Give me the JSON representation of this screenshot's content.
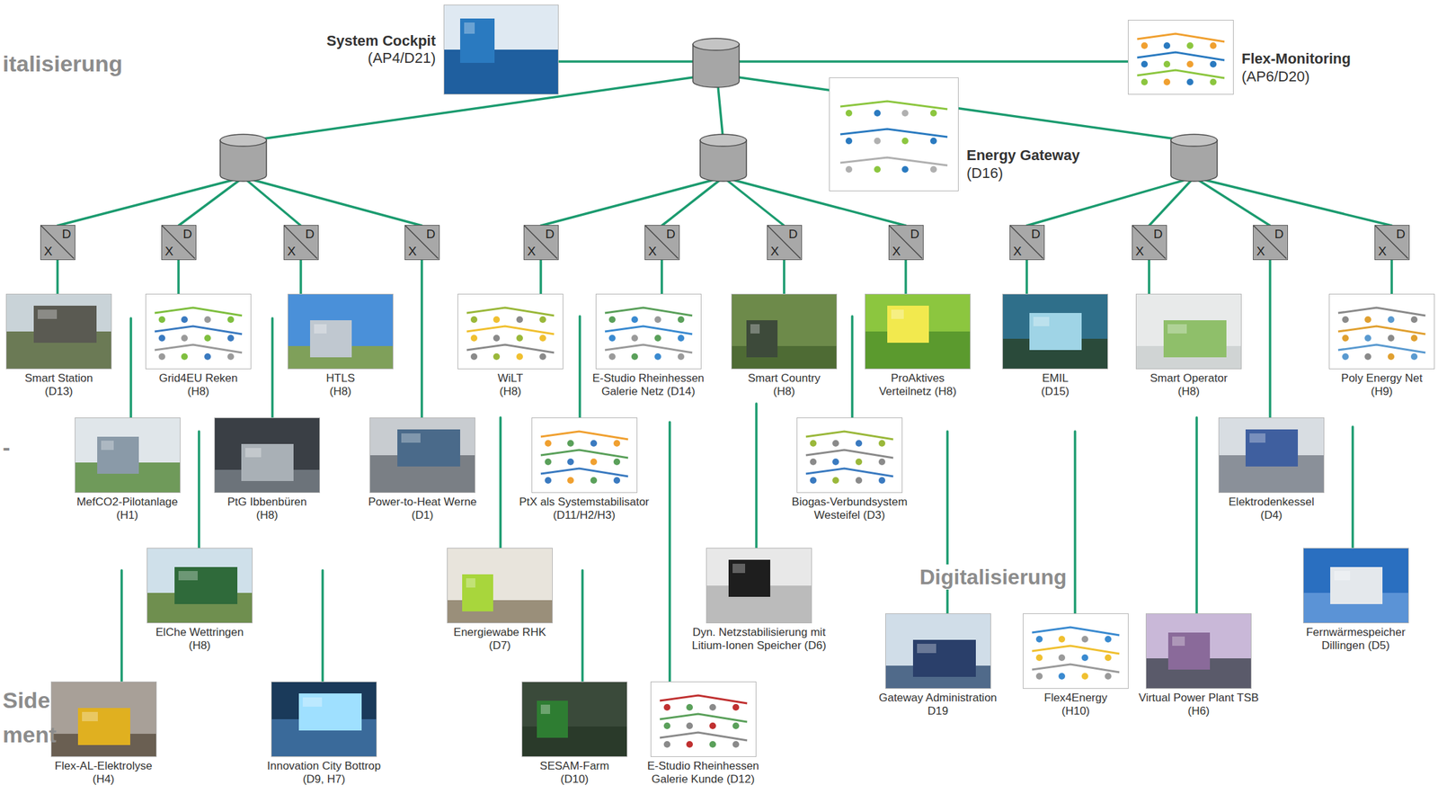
{
  "diagram": {
    "nodes": [
      {
        "text": [
          "System Cockpit",
          "(AP4/D21)"
        ]
      },
      {
        "text": [
          "Flex-Monitoring",
          "(AP6/D20)"
        ]
      },
      {
        "text": [
          "Energy Gateway",
          "(D16)"
        ]
      },
      {
        "text": [
          "D",
          "X"
        ]
      },
      {
        "text": [
          "D",
          "X"
        ]
      },
      {
        "text": [
          "D",
          "X"
        ]
      },
      {
        "text": [
          "D",
          "X"
        ]
      },
      {
        "text": [
          "D",
          "X"
        ]
      },
      {
        "text": [
          "D",
          "X"
        ]
      },
      {
        "text": [
          "D",
          "X"
        ]
      },
      {
        "text": [
          "D",
          "X"
        ]
      },
      {
        "text": [
          "D",
          "X"
        ]
      },
      {
        "text": [
          "D",
          "X"
        ]
      },
      {
        "text": [
          "D",
          "X"
        ]
      },
      {
        "text": [
          "D",
          "X"
        ]
      },
      {
        "text": [
          "Smart Station (D13)"
        ]
      },
      {
        "text": [
          "Grid4EU Reken (H8)"
        ]
      },
      {
        "text": [
          "HTLS (H8)"
        ]
      },
      {
        "text": [
          "WiLT (H8)"
        ]
      },
      {
        "text": [
          "E-Studio Rheinhessen Galerie Netz (D14)"
        ]
      },
      {
        "text": [
          "Smart Country (H8)"
        ]
      },
      {
        "text": [
          "ProAktives Verteilnetz (H8)"
        ]
      },
      {
        "text": [
          "EMIL (D15)"
        ]
      },
      {
        "text": [
          "Smart Operator (H8)"
        ]
      },
      {
        "text": [
          "Poly Energy Net (H9)"
        ]
      },
      {
        "text": [
          "MefCO2-Pilotanlage (H1)"
        ]
      },
      {
        "text": [
          "PtG Ibbenbüren (H8)"
        ]
      },
      {
        "text": [
          "Power-to-Heat Werne (D1)"
        ]
      },
      {
        "text": [
          "PtX als Systemstabilisator (D11/H2/H3)"
        ]
      },
      {
        "text": [
          "Biogas-Verbundsystem Westeifel (D3)"
        ]
      },
      {
        "text": [
          "Elektrodenkessel (D4)"
        ]
      },
      {
        "text": [
          "ElChe Wettringen (H8)"
        ]
      },
      {
        "text": [
          "Energiewabe RHK (D7)"
        ]
      },
      {
        "text": [
          "Dyn. Netzstabilisierung mit Litium-Ionen Speicher (D6)"
        ]
      },
      {
        "text": [
          "Fernwärmespeicher Dillingen (D5)"
        ]
      },
      {
        "text": [
          "Gateway Administration D19"
        ]
      },
      {
        "text": [
          "Flex4Energy (H10)"
        ]
      },
      {
        "text": [
          "Virtual Power Plant TSB (H6)"
        ]
      },
      {
        "text": [
          "Flex-AL-Elektrolyse (H4)"
        ]
      },
      {
        "text": [
          "Innovation City Bottrop (D9, H7)"
        ]
      },
      {
        "text": [
          "SESAM-Farm (D10)"
        ]
      },
      {
        "text": [
          "E-Studio Rheinhessen Galerie Kunde (D12)"
        ]
      }
    ],
    "edges": [
      {
        "from": 3,
        "to": 15,
        "arrow": "none"
      },
      {
        "from": 4,
        "to": 16,
        "arrow": "none"
      },
      {
        "from": 5,
        "to": 17,
        "arrow": "none"
      },
      {
        "from": 6,
        "to": 27,
        "arrow": "none"
      },
      {
        "from": 7,
        "to": 18,
        "arrow": "none"
      },
      {
        "from": 8,
        "to": 19,
        "arrow": "none"
      },
      {
        "from": 9,
        "to": 20,
        "arrow": "none"
      },
      {
        "from": 10,
        "to": 21,
        "arrow": "none"
      },
      {
        "from": 11,
        "to": 22,
        "arrow": "none"
      },
      {
        "from": 12,
        "to": 23,
        "arrow": "none"
      },
      {
        "from": 13,
        "to": 30,
        "arrow": "none"
      },
      {
        "from": 14,
        "to": 24,
        "arrow": "none"
      }
    ],
    "labels": [
      "italisierung",
      "-",
      "Digitalisierung",
      "Side",
      "ment"
    ]
  }
}
